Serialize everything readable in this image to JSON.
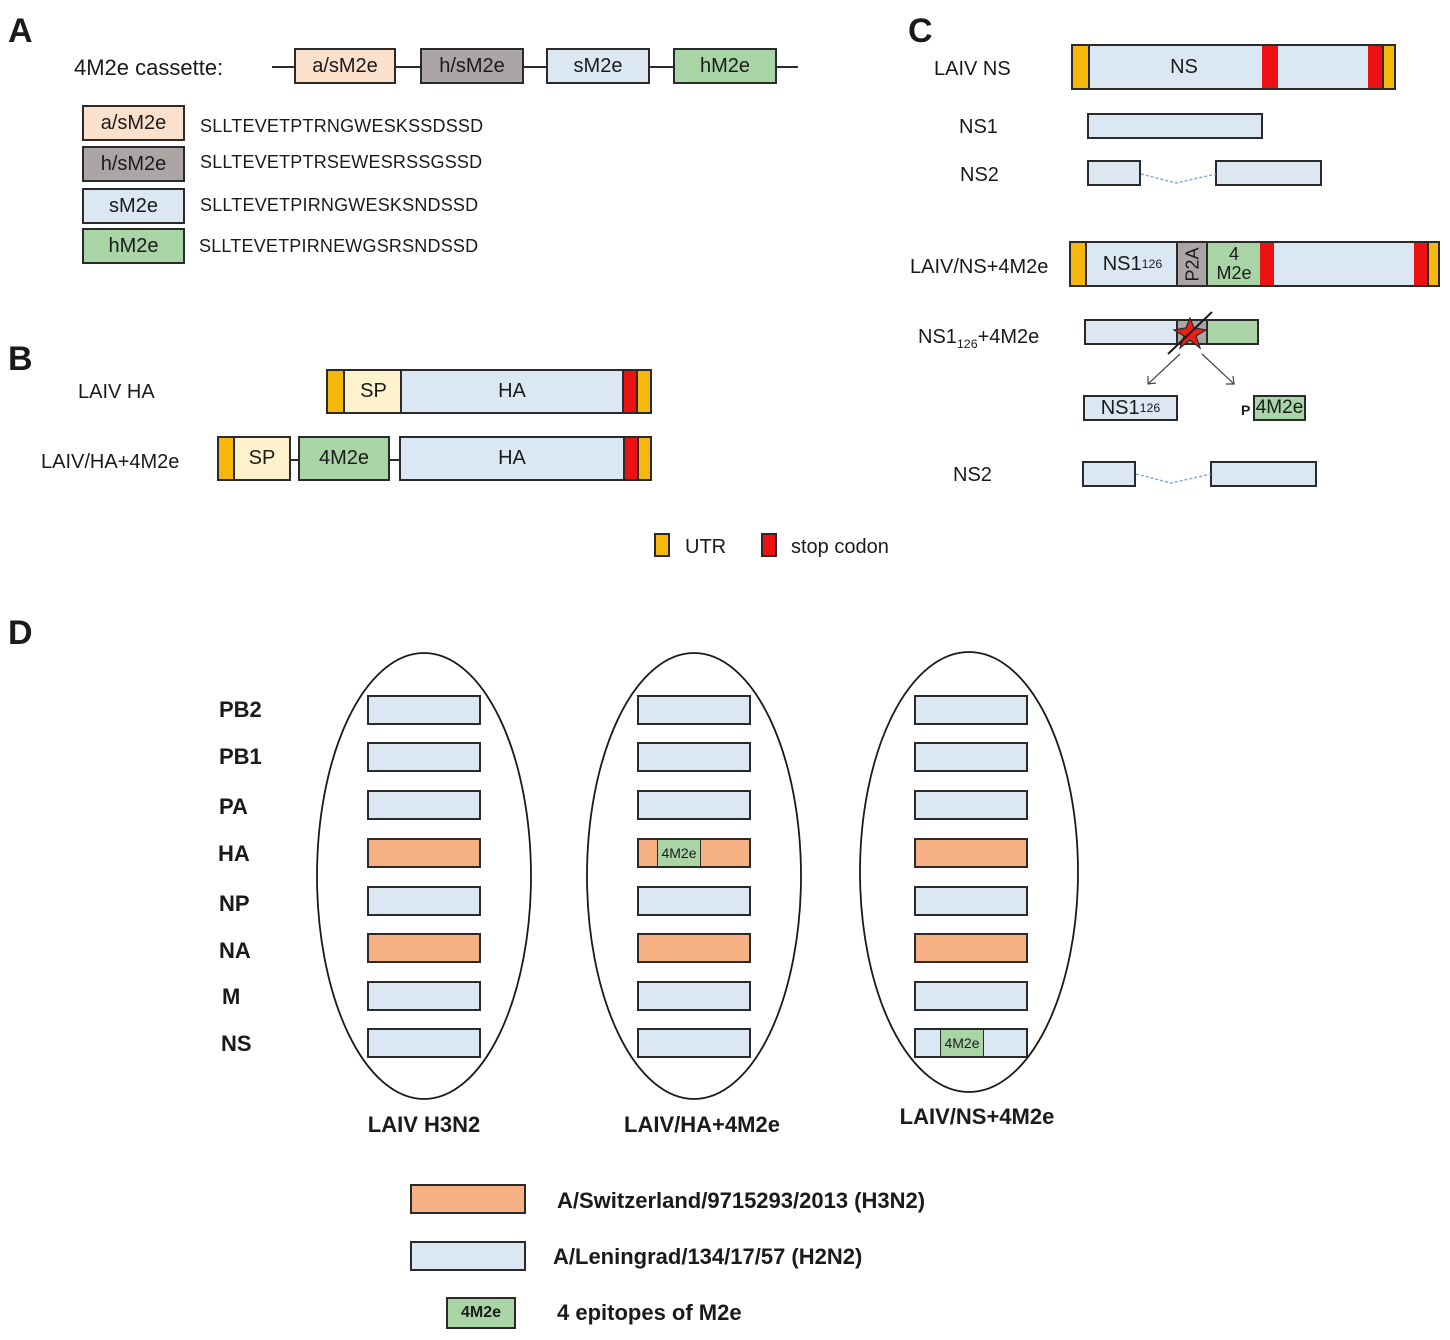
{
  "panels": {
    "a": "A",
    "b": "B",
    "c": "C",
    "d": "D"
  },
  "panelA": {
    "cassette_label": "4M2e cassette:",
    "cassette": [
      "a/sM2e",
      "h/sM2e",
      "sM2e",
      "hM2e"
    ],
    "sequences": [
      {
        "name": "a/sM2e",
        "seq": "SLLTEVETPTRNGWESKSSDSSD"
      },
      {
        "name": "h/sM2e",
        "seq": "SLLTEVETPTRSEWESRSSGSSD"
      },
      {
        "name": "sM2e",
        "seq": "SLLTEVETPIRNGWESKSNDSSD"
      },
      {
        "name": "hM2e",
        "seq": "SLLTEVETPIRNEWGSRSNDSSD"
      }
    ]
  },
  "panelB": {
    "row1_label": "LAIV HA",
    "row2_label": "LAIV/HA+4M2e",
    "sp": "SP",
    "ha": "HA",
    "m2e": "4M2e"
  },
  "panelC": {
    "laiv_ns": "LAIV NS",
    "ns": "NS",
    "ns1": "NS1",
    "ns2": "NS2",
    "laiv_ns_4m2e": "LAIV/NS+4M2e",
    "ns1_base": "NS1",
    "ns1_sub": "126",
    "p2a": "P2A",
    "four": "4",
    "m2e": "M2e",
    "fusion_suffix": "+4M2e",
    "product_p": "P",
    "product_m2e": "4M2e",
    "ns2_bottom": "NS2"
  },
  "legendTop": {
    "utr": "UTR",
    "stop": "stop codon"
  },
  "panelD": {
    "genes": [
      "PB2",
      "PB1",
      "PA",
      "HA",
      "NP",
      "NA",
      "M",
      "NS"
    ],
    "insert_label": "4M2e",
    "strains": [
      {
        "title": "LAIV H3N2",
        "colors": [
          "blue",
          "blue",
          "blue",
          "orange",
          "blue",
          "orange",
          "blue",
          "blue"
        ],
        "insert": -1
      },
      {
        "title": "LAIV/HA+4M2e",
        "colors": [
          "blue",
          "blue",
          "blue",
          "orange",
          "blue",
          "orange",
          "blue",
          "blue"
        ],
        "insert": 3
      },
      {
        "title": "LAIV/NS+4M2e",
        "colors": [
          "blue",
          "blue",
          "blue",
          "orange",
          "blue",
          "orange",
          "blue",
          "blue"
        ],
        "insert": 7
      }
    ],
    "legend": [
      {
        "color": "orange",
        "text": "A/Switzerland/9715293/2013 (H3N2)"
      },
      {
        "color": "blue",
        "text": "A/Leningrad/134/17/57 (H2N2)"
      },
      {
        "color": "green",
        "box_label": "4M2e",
        "text": "4 epitopes of M2e"
      }
    ]
  },
  "colors": {
    "peach": "#fbe0cc",
    "gray": "#aba6a5",
    "blue": "#dbe8f4",
    "green": "#a9d5a6",
    "cream": "#fff2cc",
    "orange": "#f5b183",
    "utr": "#f6b70b",
    "stop": "#ee1111"
  }
}
